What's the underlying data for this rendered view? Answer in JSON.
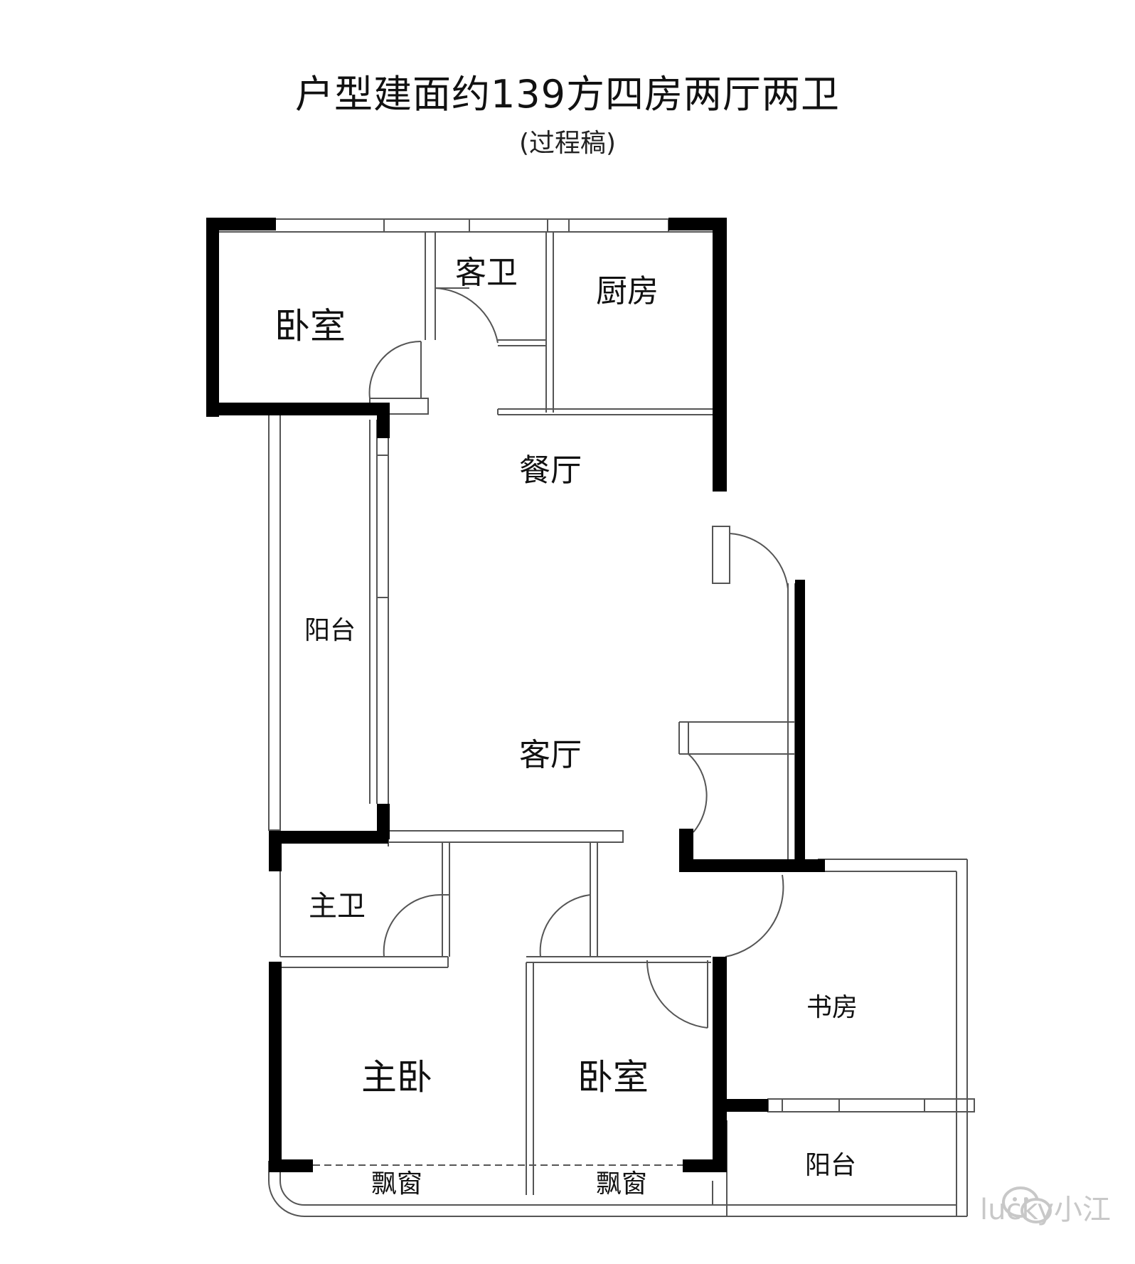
{
  "title": "户型建面约139方四房两厅两卫",
  "subtitle": "(过程稿)",
  "rooms": {
    "bedroom_nw": "卧室",
    "guest_bath": "客卫",
    "kitchen": "厨房",
    "dining": "餐厅",
    "balcony_w": "阳台",
    "living": "客厅",
    "master_bath": "主卫",
    "master_bedroom": "主卧",
    "bedroom_s": "卧室",
    "study": "书房",
    "balcony_se": "阳台",
    "bay_window_1": "飘窗",
    "bay_window_2": "飘窗"
  },
  "watermark": "lucky小江"
}
